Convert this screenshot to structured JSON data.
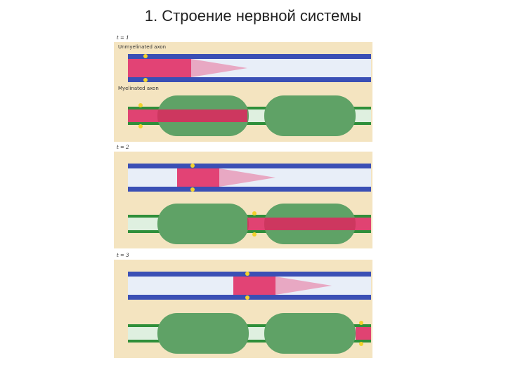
{
  "slide": {
    "title": "1. Строение нервной системы"
  },
  "figure": {
    "panels": [
      {
        "label": "t = 1",
        "unmyelinated_label": "Unmyelinated axon",
        "myelinated_label": "Myelinated axon"
      },
      {
        "label": "t = 2"
      },
      {
        "label": "t = 3"
      }
    ]
  },
  "colors": {
    "background_panel": "#f4e4c0",
    "membrane_blue": "#3a4fb5",
    "myelin_green": "#5fa266",
    "axon_core": "#dff0e0",
    "depolarization": "#e0245e",
    "ion_yellow": "#f2d22b"
  }
}
